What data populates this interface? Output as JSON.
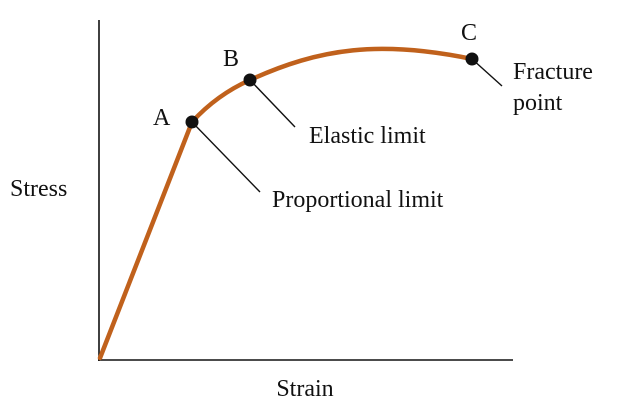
{
  "axes": {
    "x_label": "Strain",
    "y_label": "Stress"
  },
  "colors": {
    "curve": "#c0611c",
    "ink": "#111111",
    "background": "#ffffff"
  },
  "points": [
    {
      "letter": "A",
      "annotation": "Proportional limit"
    },
    {
      "letter": "B",
      "annotation": "Elastic limit"
    },
    {
      "letter": "C",
      "annotation_line1": "Fracture",
      "annotation_line2": "point"
    }
  ]
}
